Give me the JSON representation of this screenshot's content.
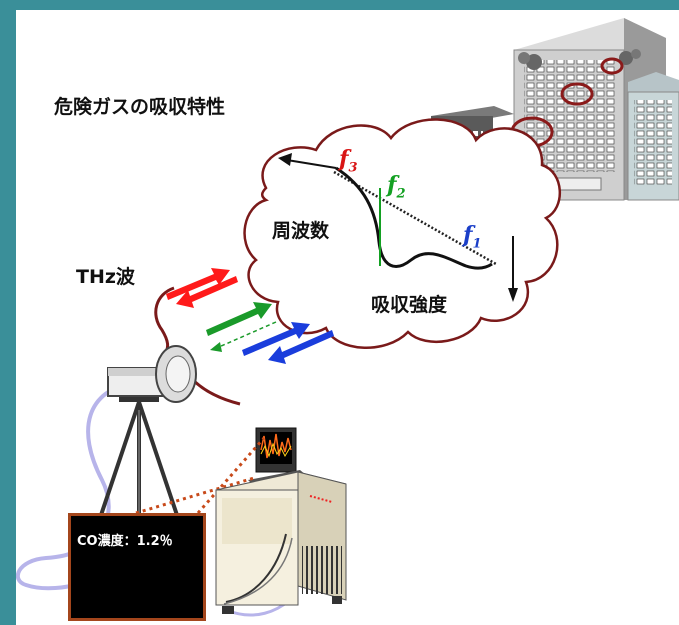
{
  "title": "危険ガスの吸収特性",
  "thz_label": "THz波",
  "freq_label": "周波数",
  "absorb_label": "吸収強度",
  "freq_marks": [
    {
      "letter": "f",
      "sub": "3",
      "color": "#d81515"
    },
    {
      "letter": "f",
      "sub": "2",
      "color": "#13a022"
    },
    {
      "letter": "f",
      "sub": "1",
      "color": "#1b3fc8"
    }
  ],
  "monitor_readout": "CO濃度：1.2％",
  "colors": {
    "background": "#3a8f99",
    "beam_red": "#ff1a1a",
    "beam_green": "#1a9a2a",
    "beam_blue": "#1a3ddc",
    "monitor_border": "#a4461c",
    "signal": "#f2e21a",
    "building_dark": "#5a5a5a",
    "building_light": "#c8c8c8",
    "leak_marker": "#8a1a1a"
  },
  "icons": [
    "building-icon",
    "thz-antenna-icon",
    "tripod-icon",
    "computer-tower-icon",
    "skull-crossbones-icon"
  ]
}
